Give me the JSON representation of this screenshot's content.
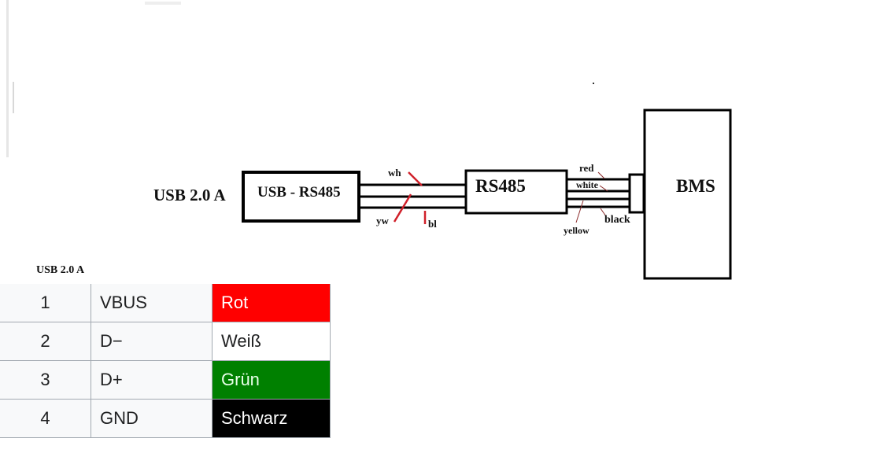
{
  "diagram": {
    "usb_plug_label": "USB 2.0 A",
    "converter_label": "USB - RS485",
    "rs485_label": "RS485",
    "bms_label": "BMS",
    "left_wire_labels": {
      "wh": "wh",
      "yw": "yw",
      "bl": "bl"
    },
    "right_wire_labels": {
      "red": "red",
      "white": "white",
      "yellow": "yellow",
      "black": "black"
    },
    "colors": {
      "line": "#000000",
      "marker": "#d0202a",
      "callout": "#8b2a2a"
    }
  },
  "table": {
    "title": "USB 2.0 A",
    "rows": [
      {
        "pin": "1",
        "signal": "VBUS",
        "color_name": "Rot",
        "bg": "#ff0000",
        "fg": "#ffffff"
      },
      {
        "pin": "2",
        "signal": "D−",
        "color_name": "Weiß",
        "bg": "#ffffff",
        "fg": "#202122"
      },
      {
        "pin": "3",
        "signal": "D+",
        "color_name": "Grün",
        "bg": "#008000",
        "fg": "#e8ffe8"
      },
      {
        "pin": "4",
        "signal": "GND",
        "color_name": "Schwarz",
        "bg": "#000000",
        "fg": "#ffffff"
      }
    ]
  }
}
